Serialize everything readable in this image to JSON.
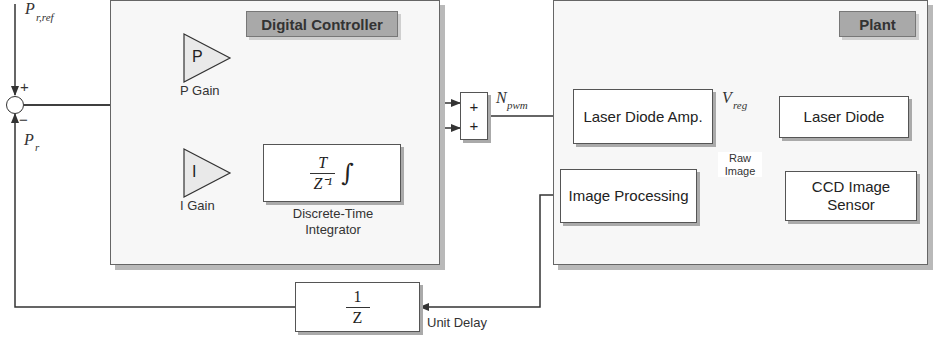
{
  "diagram": {
    "nodes": [
      {
        "text": [
          "+",
          "−"
        ]
      },
      {
        "text": [
          "Digital Controller"
        ]
      },
      {
        "text": [
          "P",
          "P Gain"
        ],
        "in": 1
      },
      {
        "text": [
          "I",
          "I Gain"
        ],
        "in": 1
      },
      {
        "text": [
          "T",
          "Z⁻¹",
          "∫",
          "Discrete-Time Integrator"
        ],
        "in": 1
      },
      {
        "text": [
          "+",
          "+"
        ]
      },
      {
        "text": [
          "Plant"
        ]
      },
      {
        "text": [
          "Laser Diode Amp."
        ],
        "in": 6
      },
      {
        "text": [
          "Laser Diode"
        ],
        "in": 6
      },
      {
        "text": [
          "Image Processing"
        ],
        "in": 6
      },
      {
        "text": [
          "CCD Image Sensor"
        ],
        "in": 6
      },
      {
        "text": [
          "1",
          "Z",
          "Unit Delay"
        ]
      }
    ],
    "edges": [
      {
        "from": 0,
        "to": 2,
        "arrow": "to"
      },
      {
        "from": 0,
        "to": 3,
        "arrow": "to"
      },
      {
        "from": 2,
        "to": 5,
        "arrow": "to"
      },
      {
        "from": 3,
        "to": 4,
        "arrow": "to"
      },
      {
        "from": 4,
        "to": 5,
        "arrow": "to"
      },
      {
        "from": 5,
        "to": 7,
        "arrow": "to"
      },
      {
        "from": 7,
        "to": 8,
        "arrow": "to"
      },
      {
        "from": 10,
        "to": 9,
        "label": "Raw Image",
        "arrow": "to"
      },
      {
        "from": 9,
        "to": 11,
        "arrow": "to"
      },
      {
        "from": 11,
        "to": 0,
        "arrow": "to"
      }
    ],
    "labels": [
      "P",
      "r,ref",
      "P",
      "r",
      "N",
      "pwm",
      "V",
      "reg"
    ]
  }
}
